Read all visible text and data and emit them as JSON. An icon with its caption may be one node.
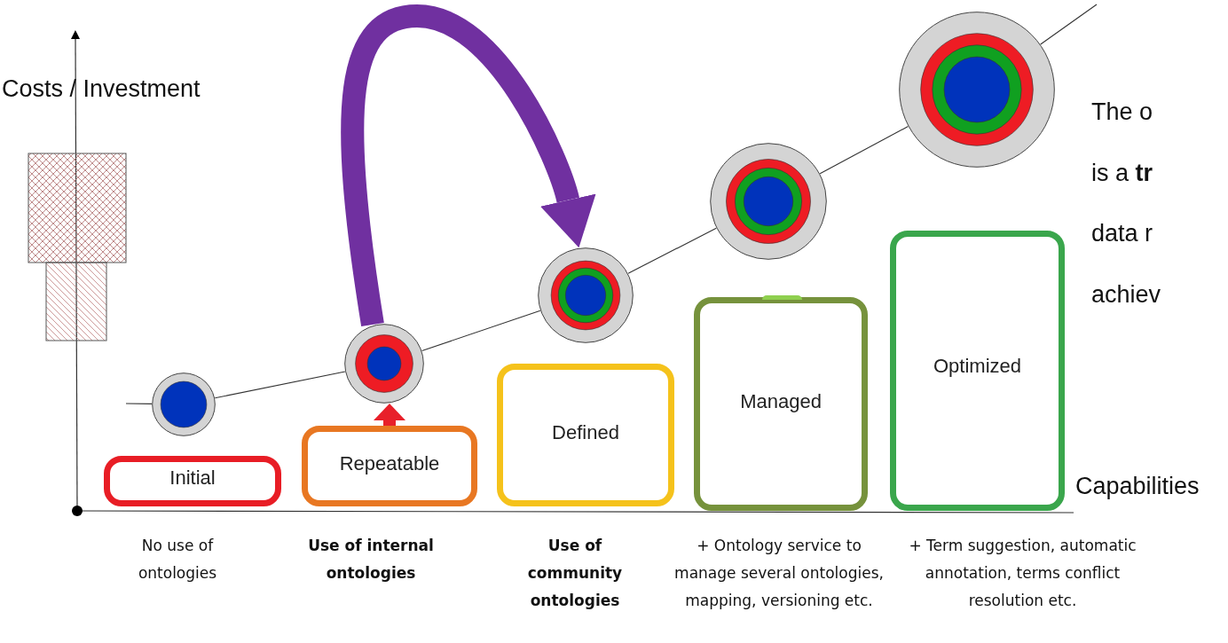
{
  "diagram": {
    "nodes": [
      {
        "text": [
          "Initial"
        ]
      },
      {
        "text": [
          "Repeatable"
        ]
      },
      {
        "text": [
          "Defined"
        ]
      },
      {
        "text": [
          "Managed"
        ]
      },
      {
        "text": [
          "Optimized"
        ]
      },
      {
        "text": [],
        "shape": "circle"
      },
      {
        "text": [],
        "shape": "circle"
      },
      {
        "text": [],
        "shape": "circle"
      },
      {
        "text": [],
        "shape": "circle"
      },
      {
        "text": [],
        "shape": "circle"
      }
    ],
    "edges": [
      {
        "from": 1,
        "to": 6,
        "arrow": "to",
        "style": "thick",
        "color": "#e8202a"
      },
      {
        "from": 6,
        "to": 7,
        "arrow": "to",
        "style": "thick",
        "color": "#7030a0"
      },
      {
        "from": null,
        "to": 5,
        "arrow": "none"
      },
      {
        "from": 5,
        "to": 6,
        "arrow": "none"
      },
      {
        "from": 6,
        "to": 7,
        "arrow": "none"
      },
      {
        "from": 7,
        "to": 8,
        "arrow": "none"
      },
      {
        "from": 8,
        "to": 9,
        "arrow": "none"
      },
      {
        "from": 9,
        "to": null,
        "arrow": "none"
      }
    ],
    "labels": [
      "Costs / Investment",
      "The o",
      "is a **tr**",
      "data r",
      "achiev",
      "Capabilities",
      "No use of ontologies",
      "Use of internal ontologies",
      "Use of community ontologies",
      "+ Ontology service to manage several ontologies, mapping, versioning etc.",
      "+ Term suggestion, automatic annotation, terms conflict resolution etc."
    ]
  }
}
